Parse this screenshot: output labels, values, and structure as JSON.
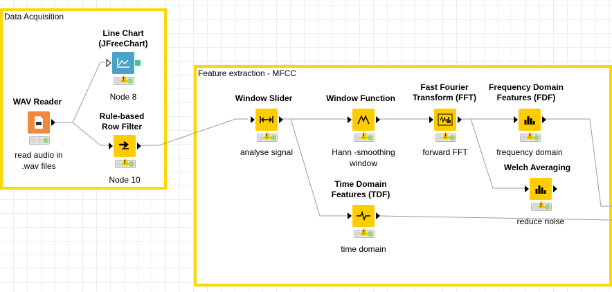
{
  "annotations": {
    "data_acquisition": "Data Acquisition",
    "feature_extraction": "Feature extraction - MFCC"
  },
  "nodes": {
    "wav_reader": {
      "title": "WAV Reader",
      "label": "read audio in\n.wav files",
      "icon": "wav-file-icon",
      "color": "#f08a3a"
    },
    "line_chart": {
      "title": "Line Chart\n(JFreeChart)",
      "label": "Node 8",
      "icon": "line-chart-icon",
      "color": "#4aa3c7"
    },
    "row_filter": {
      "title": "Rule-based\nRow Filter",
      "label": "Node 10",
      "icon": "arrow-right-icon",
      "color": "#ffcc00"
    },
    "window_slider": {
      "title": "Window Slider",
      "label": "analyse signal",
      "icon": "window-slider-icon",
      "color": "#ffcc00"
    },
    "window_function": {
      "title": "Window Function",
      "label": "Hann -smoothing\nwindow",
      "icon": "window-function-icon",
      "color": "#ffcc00"
    },
    "fft": {
      "title": "Fast Fourier\nTransform (FFT)",
      "label": "forward FFT",
      "icon": "fft-icon",
      "color": "#ffcc00"
    },
    "fdf": {
      "title": "Frequency Domain\nFeatures (FDF)",
      "label": "frequency domain",
      "icon": "bar-chart-icon",
      "color": "#ffcc00"
    },
    "welch": {
      "title": "Welch Averaging",
      "label": "reduce noise",
      "icon": "bar-chart-icon",
      "color": "#ffcc00"
    },
    "tdf": {
      "title": "Time Domain\nFeatures (TDF)",
      "label": "time domain",
      "icon": "waveform-icon",
      "color": "#ffcc00"
    }
  },
  "colors": {
    "annotation_border": "#ffd700",
    "node_yellow": "#ffcc00",
    "node_orange": "#f08a3a",
    "node_blue": "#4aa3c7",
    "flow_port": "#3cc88a",
    "warning": "#f2c400"
  }
}
